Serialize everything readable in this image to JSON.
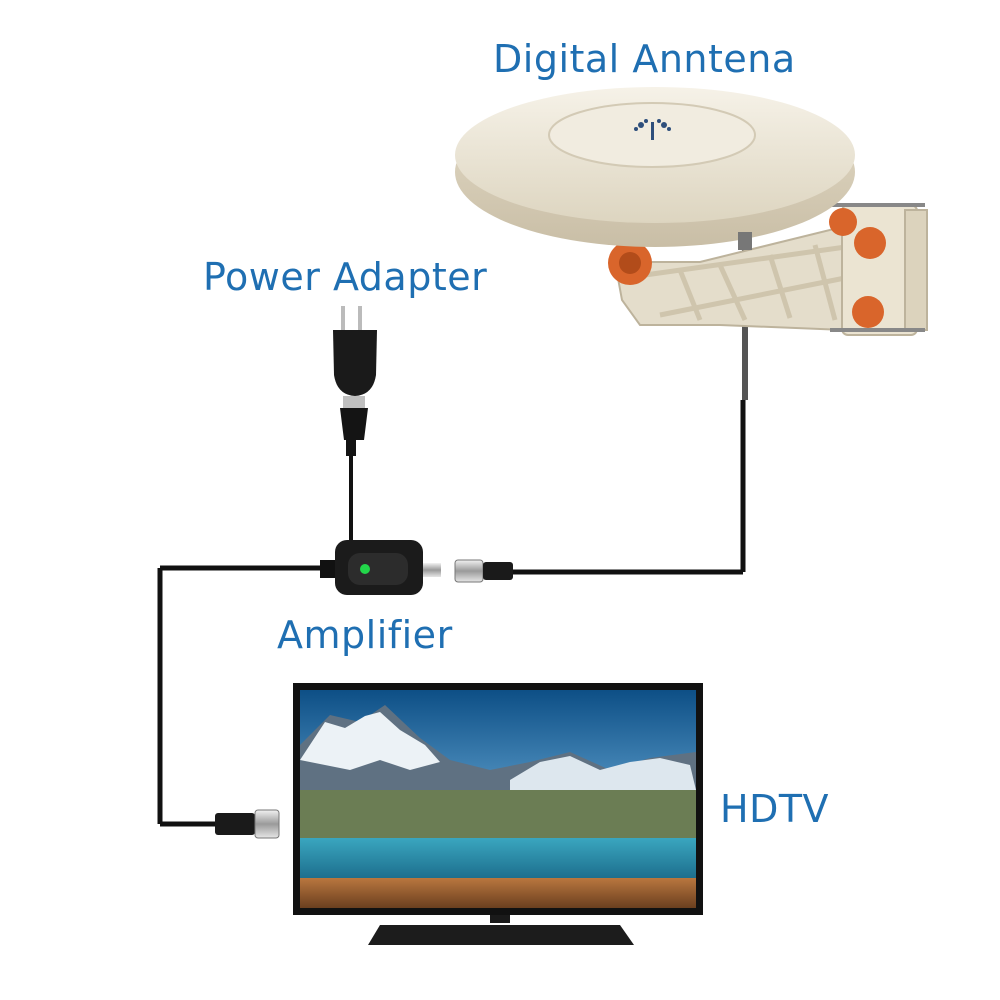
{
  "labels": {
    "antenna": "Digital Anntena",
    "power_adapter": "Power Adapter",
    "amplifier": "Amplifier",
    "hdtv": "HDTV"
  },
  "colors": {
    "label_text": "#1f6fb2",
    "antenna_body": "#ece6d6",
    "bracket_knobs": "#d9652b",
    "cable": "#111111",
    "amp_led": "#22d64a"
  }
}
